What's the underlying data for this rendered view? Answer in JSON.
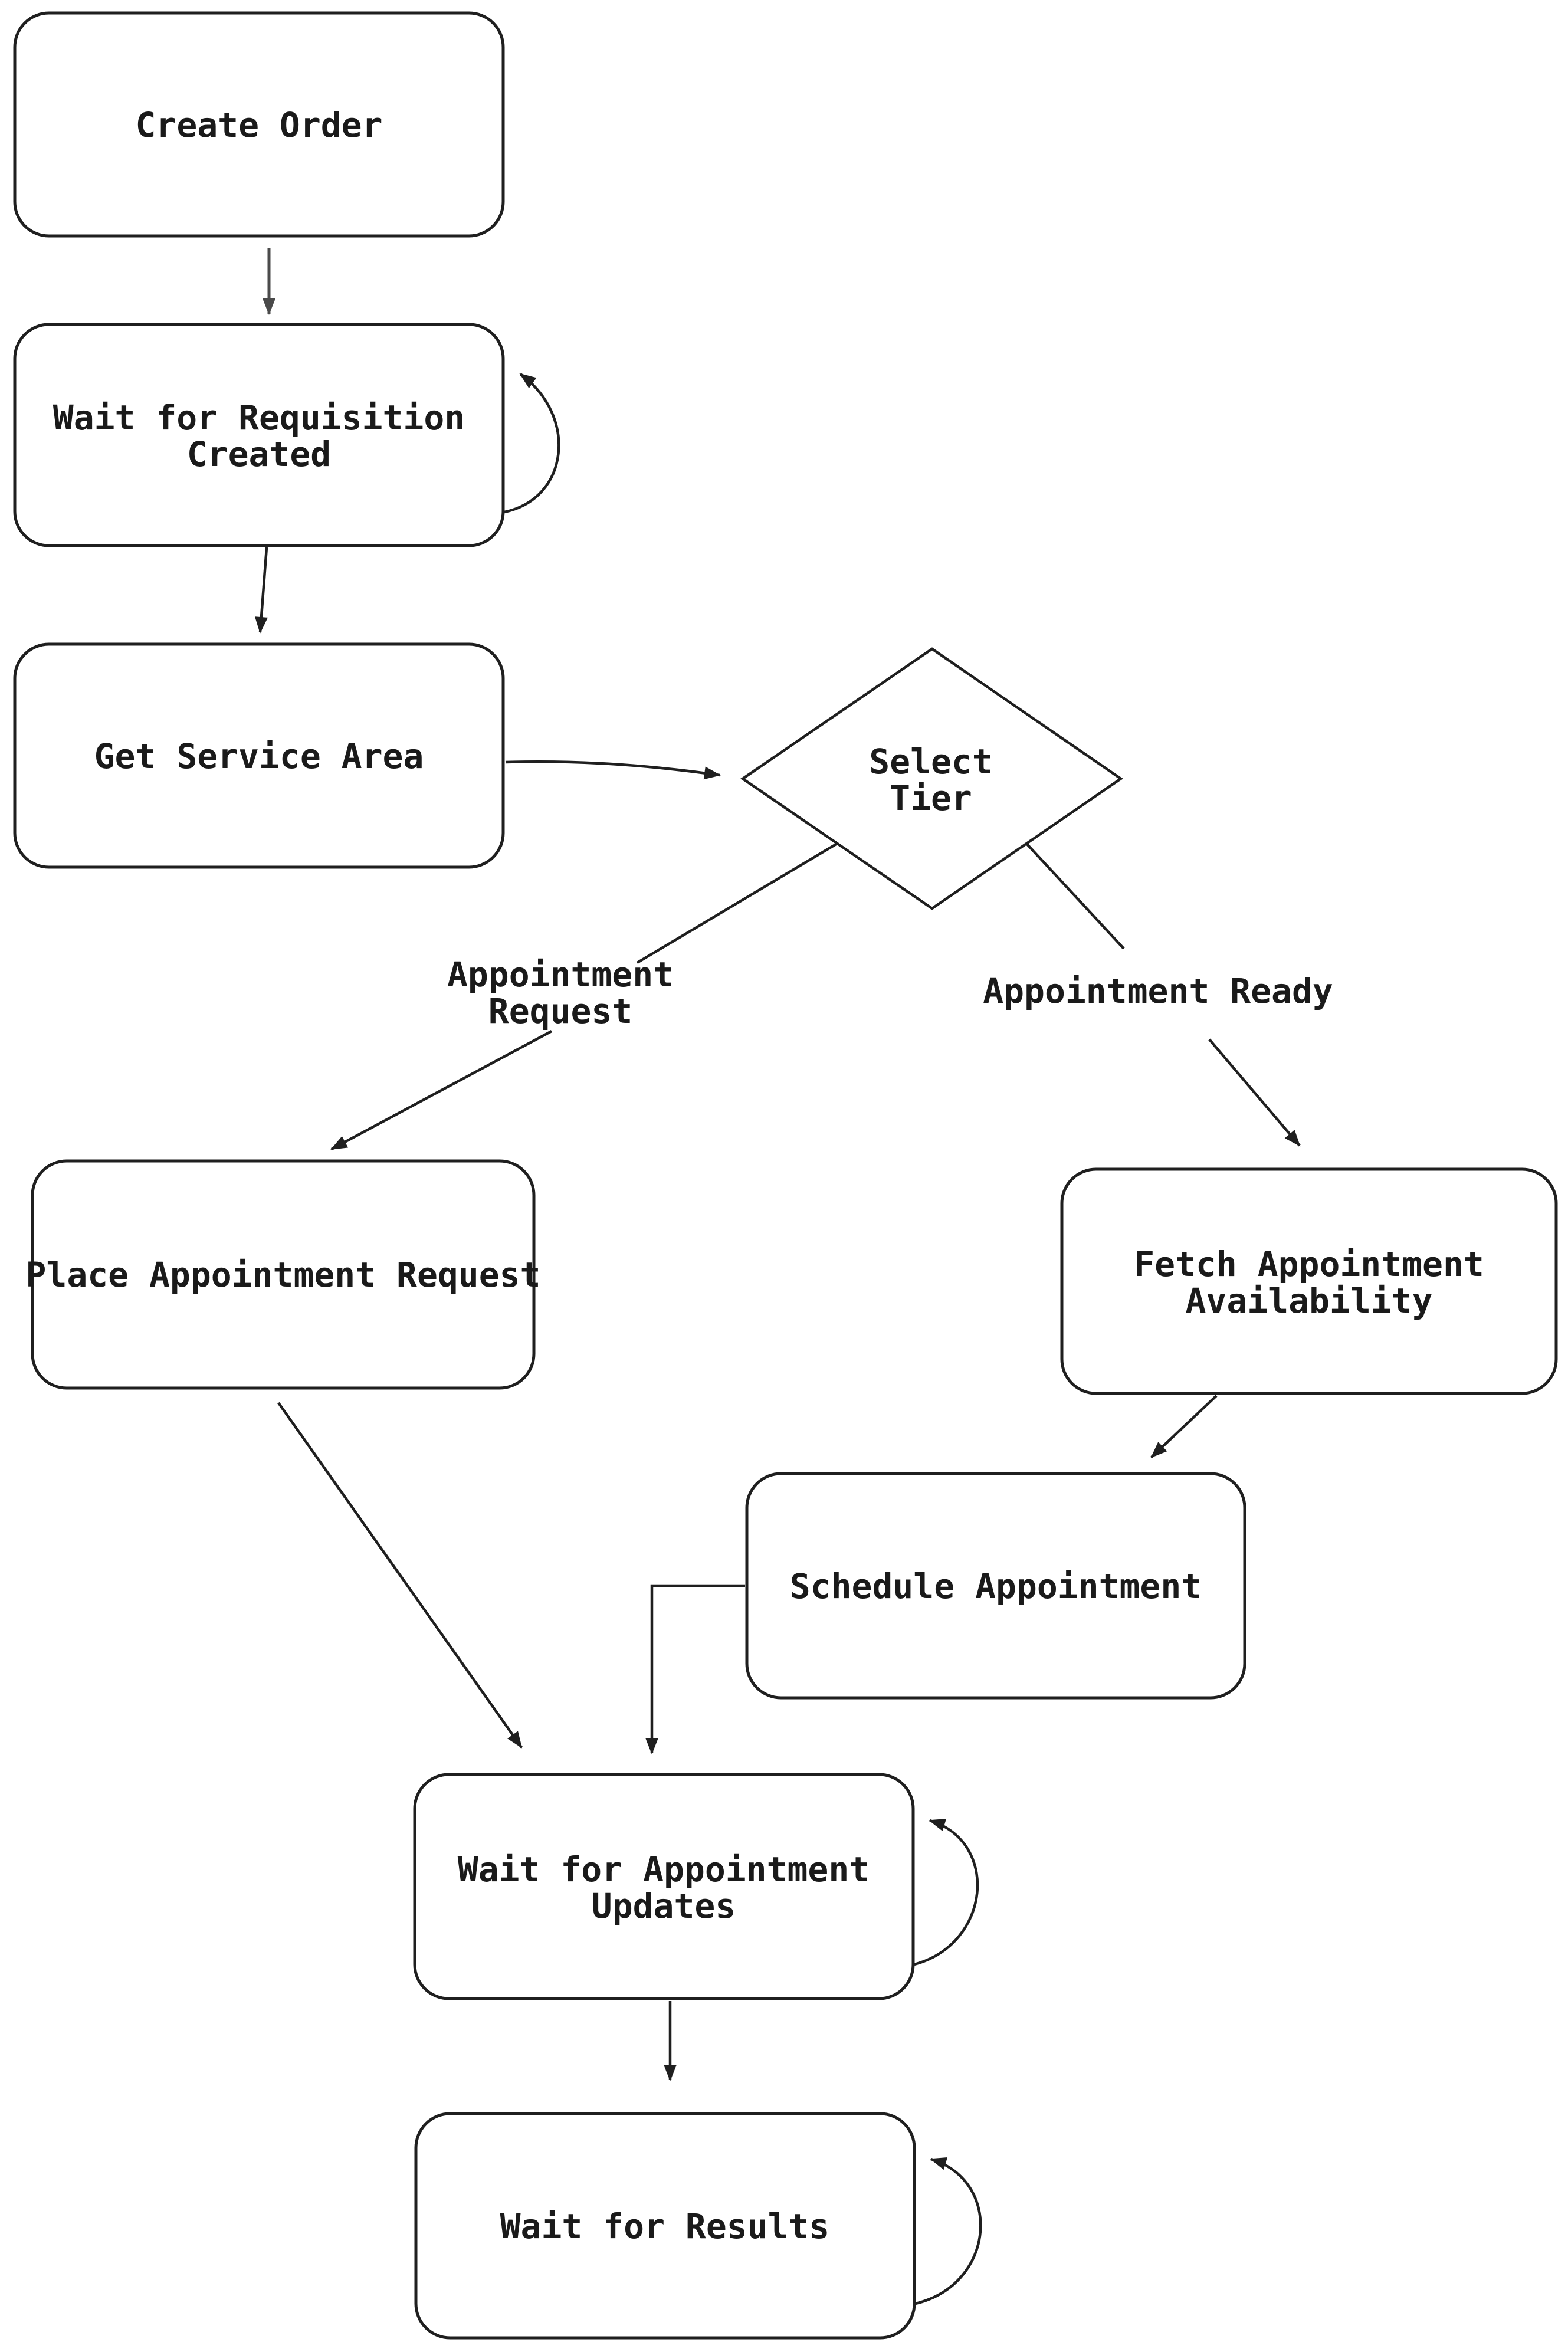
{
  "title": "Order Appointment Workflow Flowchart",
  "colors": {
    "background": "#ffffff",
    "line": "#1f1f1f",
    "first_arrow": "#4a4a4a",
    "text": "#1a1a1a"
  },
  "nodes": [
    {
      "id": "create-order",
      "shape": "rounded-rect",
      "lines": [
        "Create Order"
      ],
      "self_loop": false
    },
    {
      "id": "wait-for-requisition-created",
      "shape": "rounded-rect",
      "lines": [
        "Wait for Requisition",
        "Created"
      ],
      "self_loop": true
    },
    {
      "id": "get-service-area",
      "shape": "rounded-rect",
      "lines": [
        "Get Service Area"
      ],
      "self_loop": false
    },
    {
      "id": "select-tier",
      "shape": "diamond",
      "lines": [
        "Select",
        "Tier"
      ],
      "self_loop": false
    },
    {
      "id": "place-appointment-request",
      "shape": "rounded-rect",
      "lines": [
        "Place Appointment Request"
      ],
      "self_loop": false
    },
    {
      "id": "fetch-appointment-availability",
      "shape": "rounded-rect",
      "lines": [
        "Fetch Appointment",
        "Availability"
      ],
      "self_loop": false
    },
    {
      "id": "schedule-appointment",
      "shape": "rounded-rect",
      "lines": [
        "Schedule Appointment"
      ],
      "self_loop": false
    },
    {
      "id": "wait-for-appointment-updates",
      "shape": "rounded-rect",
      "lines": [
        "Wait for Appointment",
        "Updates"
      ],
      "self_loop": true
    },
    {
      "id": "wait-for-results",
      "shape": "rounded-rect",
      "lines": [
        "Wait for Results"
      ],
      "self_loop": true
    }
  ],
  "edge_labels": {
    "appointment_request": {
      "lines": [
        "Appointment",
        "Request"
      ]
    },
    "appointment_ready": {
      "lines": [
        "Appointment Ready"
      ]
    }
  },
  "edges": [
    {
      "from": "create-order",
      "to": "wait-for-requisition-created",
      "label": ""
    },
    {
      "from": "wait-for-requisition-created",
      "to": "wait-for-requisition-created",
      "label": ""
    },
    {
      "from": "wait-for-requisition-created",
      "to": "get-service-area",
      "label": ""
    },
    {
      "from": "get-service-area",
      "to": "select-tier",
      "label": ""
    },
    {
      "from": "select-tier",
      "to": "place-appointment-request",
      "label": "Appointment Request"
    },
    {
      "from": "select-tier",
      "to": "fetch-appointment-availability",
      "label": "Appointment Ready"
    },
    {
      "from": "fetch-appointment-availability",
      "to": "schedule-appointment",
      "label": ""
    },
    {
      "from": "schedule-appointment",
      "to": "wait-for-appointment-updates",
      "label": ""
    },
    {
      "from": "place-appointment-request",
      "to": "wait-for-appointment-updates",
      "label": ""
    },
    {
      "from": "wait-for-appointment-updates",
      "to": "wait-for-appointment-updates",
      "label": ""
    },
    {
      "from": "wait-for-appointment-updates",
      "to": "wait-for-results",
      "label": ""
    },
    {
      "from": "wait-for-results",
      "to": "wait-for-results",
      "label": ""
    }
  ]
}
